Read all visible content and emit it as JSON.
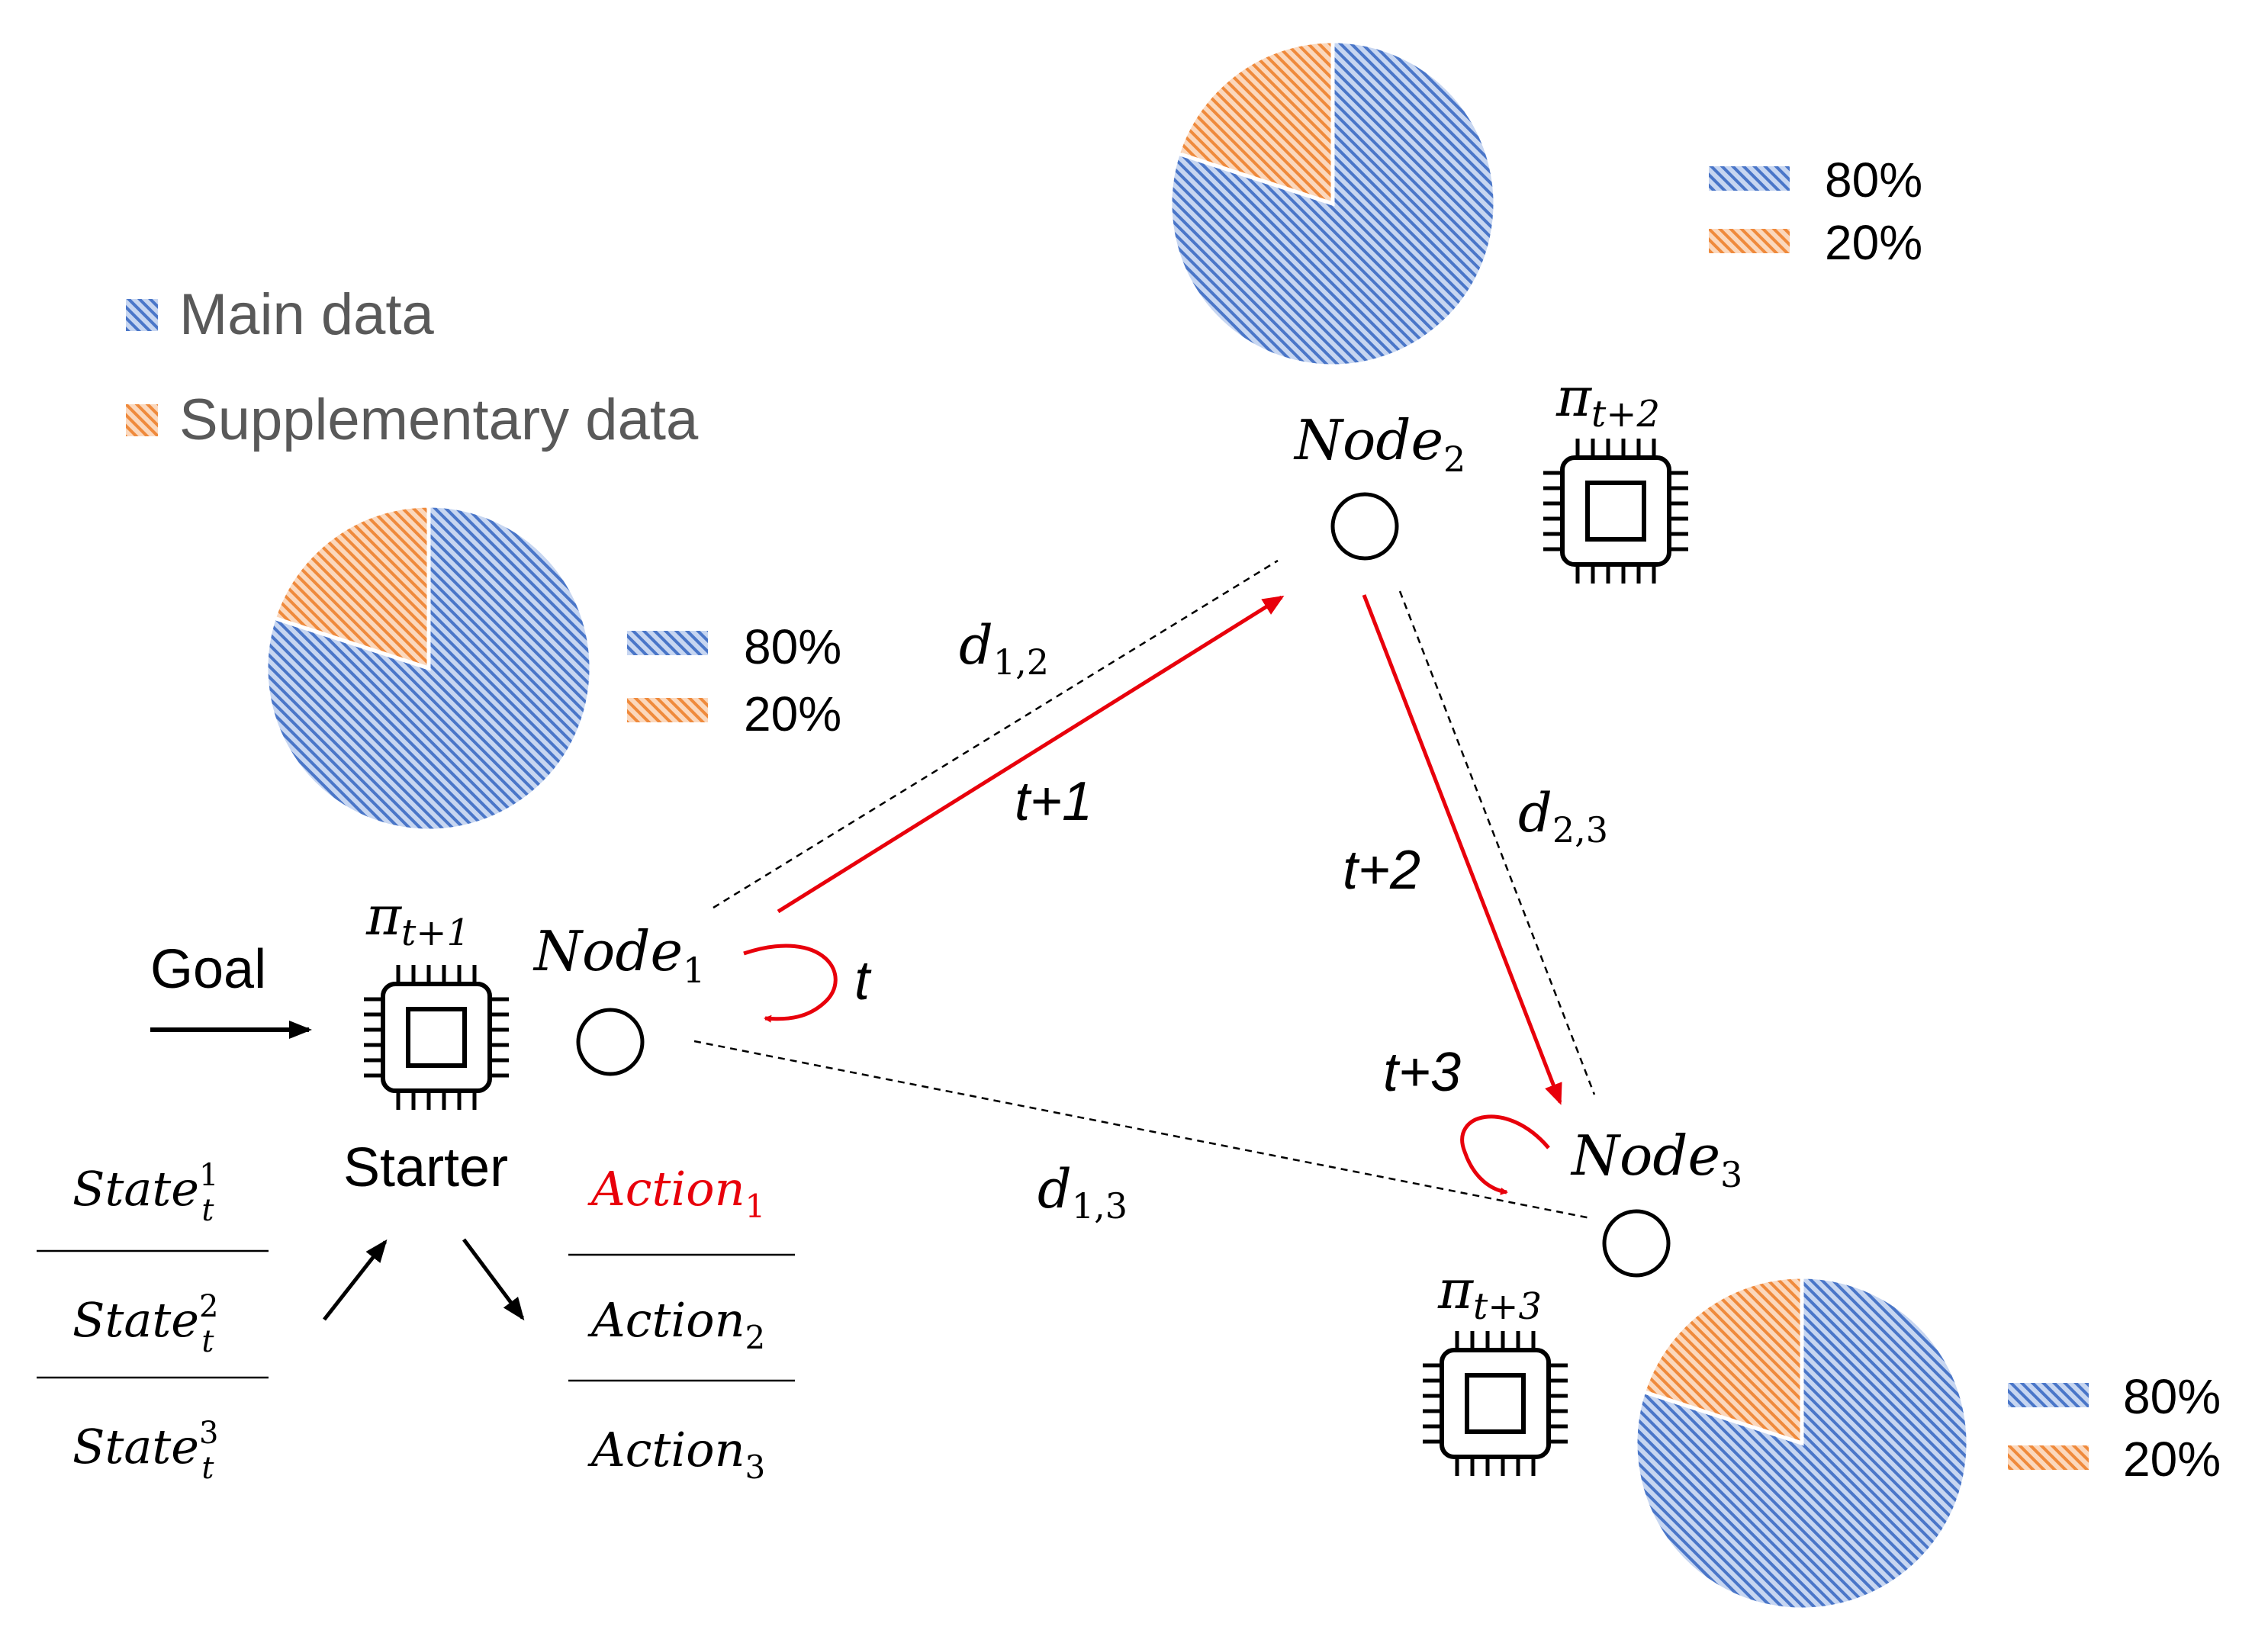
{
  "legend": {
    "main_label": "Main data",
    "supplementary_label": "Supplementary data"
  },
  "colors": {
    "main": "#4a76c8",
    "main_bg": "#c7d6f1",
    "supplementary": "#ef8a3c",
    "supplementary_bg": "#fbd8bd",
    "red": "#e8000b"
  },
  "pies": [
    {
      "id": "node1",
      "main_pct": "80%",
      "supp_pct": "20%",
      "main_value": 80,
      "supp_value": 20
    },
    {
      "id": "node2",
      "main_pct": "80%",
      "supp_pct": "20%",
      "main_value": 80,
      "supp_value": 20
    },
    {
      "id": "node3",
      "main_pct": "80%",
      "supp_pct": "20%",
      "main_value": 80,
      "supp_value": 20
    }
  ],
  "nodes": {
    "node1": {
      "base": "Node",
      "sub": "1"
    },
    "node2": {
      "base": "Node",
      "sub": "2"
    },
    "node3": {
      "base": "Node",
      "sub": "3"
    }
  },
  "policies": {
    "p1": {
      "base": "π",
      "sub": "t+1"
    },
    "p2": {
      "base": "π",
      "sub": "t+2"
    },
    "p3": {
      "base": "π",
      "sub": "t+3"
    }
  },
  "distances": {
    "d12": {
      "base": "d",
      "sub": "1,2"
    },
    "d23": {
      "base": "d",
      "sub": "2,3"
    },
    "d13": {
      "base": "d",
      "sub": "1,3"
    }
  },
  "steps": {
    "t": "t",
    "t1": "t+1",
    "t2": "t+2",
    "t3": "t+3"
  },
  "goal_label": "Goal",
  "starter_label": "Starter",
  "states": [
    {
      "base": "State",
      "sup": "1",
      "sub": "t"
    },
    {
      "base": "State",
      "sup": "2",
      "sub": "t"
    },
    {
      "base": "State",
      "sup": "3",
      "sub": "t"
    }
  ],
  "actions": [
    {
      "base": "Action",
      "sub": "1"
    },
    {
      "base": "Action",
      "sub": "2"
    },
    {
      "base": "Action",
      "sub": "3"
    }
  ]
}
